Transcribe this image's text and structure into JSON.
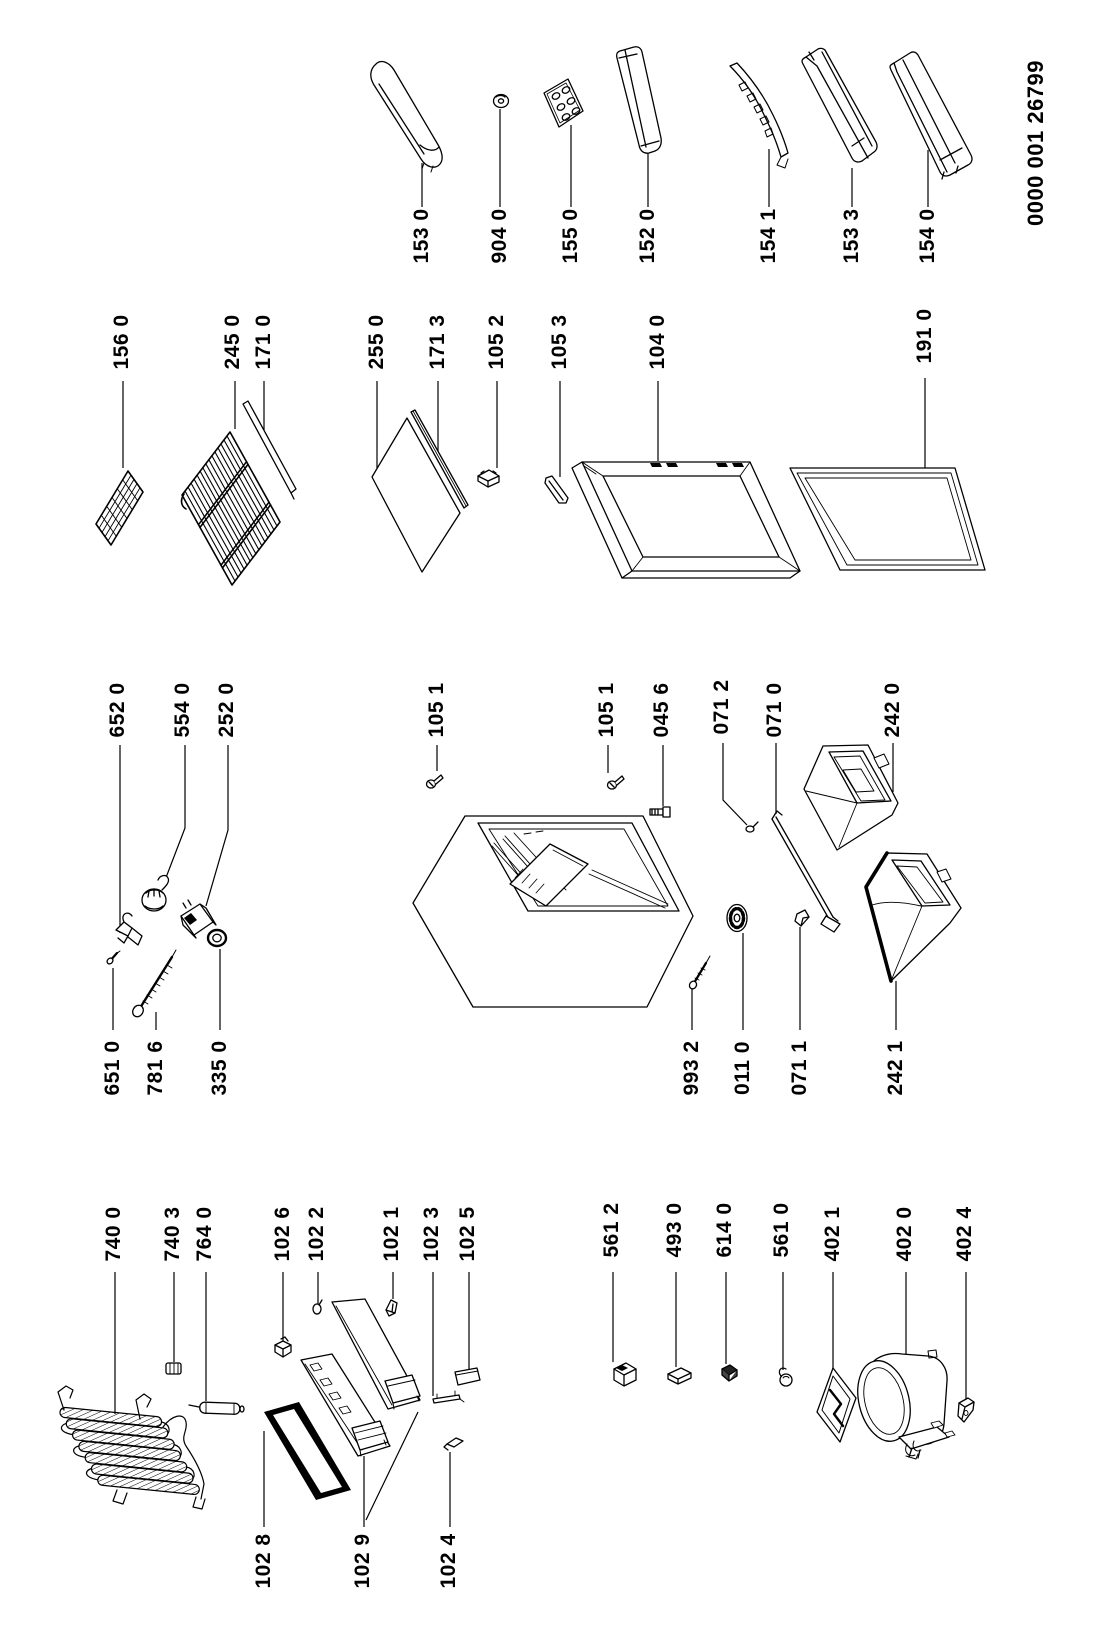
{
  "document_number": "0000 001 26799",
  "labels": [
    {
      "text": "153 0"
    },
    {
      "text": "904 0"
    },
    {
      "text": "155 0"
    },
    {
      "text": "152 0"
    },
    {
      "text": "154 1"
    },
    {
      "text": "153 3"
    },
    {
      "text": "154 0"
    },
    {
      "text": "156 0"
    },
    {
      "text": "245 0"
    },
    {
      "text": "171 0"
    },
    {
      "text": "255 0"
    },
    {
      "text": "171 3"
    },
    {
      "text": "105 2"
    },
    {
      "text": "105 3"
    },
    {
      "text": "104 0"
    },
    {
      "text": "191 0"
    },
    {
      "text": "652 0"
    },
    {
      "text": "554 0"
    },
    {
      "text": "252 0"
    },
    {
      "text": "105 1"
    },
    {
      "text": "105 1"
    },
    {
      "text": "045 6"
    },
    {
      "text": "071 2"
    },
    {
      "text": "071 0"
    },
    {
      "text": "242 0"
    },
    {
      "text": "651 0"
    },
    {
      "text": "781 6"
    },
    {
      "text": "335 0"
    },
    {
      "text": "993 2"
    },
    {
      "text": "011 0"
    },
    {
      "text": "071 1"
    },
    {
      "text": "242 1"
    },
    {
      "text": "740 0"
    },
    {
      "text": "740 3"
    },
    {
      "text": "764 0"
    },
    {
      "text": "102 6"
    },
    {
      "text": "102 2"
    },
    {
      "text": "102 1"
    },
    {
      "text": "102 3"
    },
    {
      "text": "102 5"
    },
    {
      "text": "561 2"
    },
    {
      "text": "493 0"
    },
    {
      "text": "614 0"
    },
    {
      "text": "561 0"
    },
    {
      "text": "402 1"
    },
    {
      "text": "402 0"
    },
    {
      "text": "402 4"
    },
    {
      "text": "102 8"
    },
    {
      "text": "102 9"
    },
    {
      "text": "102 4"
    }
  ]
}
